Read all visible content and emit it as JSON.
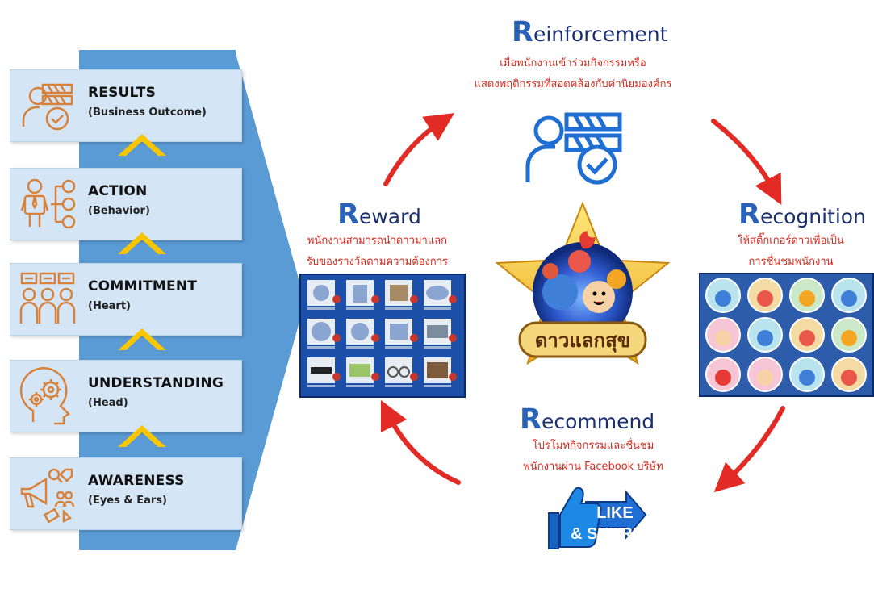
{
  "levels": [
    {
      "title": "RESULTS",
      "subtitle": "(Business Outcome)",
      "icon": "person-checkmark-icon"
    },
    {
      "title": "ACTION",
      "subtitle": "(Behavior)",
      "icon": "person-actions-icon"
    },
    {
      "title": "COMMITMENT",
      "subtitle": "(Heart)",
      "icon": "group-chat-icon"
    },
    {
      "title": "UNDERSTANDING",
      "subtitle": "(Head)",
      "icon": "head-gears-icon"
    },
    {
      "title": "AWARENESS",
      "subtitle": "(Eyes & Ears)",
      "icon": "megaphone-icon"
    }
  ],
  "cycle": {
    "reinforcement": {
      "initial": "R",
      "rest": "einforcement",
      "desc_line1": "เมื่อพนักงานเข้าร่วมกิจกรรมหรือ",
      "desc_line2": "แสดงพฤติกรรมที่สอดคล้องกับค่านิยมองค์กร",
      "icon": "person-checkmark-icon"
    },
    "reward": {
      "initial": "R",
      "rest": "eward",
      "desc_line1": "พนักงานสามารถนำดาวมาแลก",
      "desc_line2": "รับของรางวัลตามความต้องการ"
    },
    "recognition": {
      "initial": "R",
      "rest": "ecognition",
      "desc_line1": "ให้สติ๊กเกอร์ดาวเพื่อเป็น",
      "desc_line2": "การชื่นชมพนักงาน"
    },
    "recommend": {
      "initial": "R",
      "rest": "ecommend",
      "desc_line1": "โปรโมทกิจกรรมและชื่นชม",
      "desc_line2": "พนักงานผ่าน Facebook บริษัท"
    }
  },
  "center_logo": {
    "text": "ดาวแลกสุข"
  },
  "like_share": {
    "line1": "LIKE",
    "line2": "& SHARE",
    "icon": "thumbs-up-icon"
  },
  "colors": {
    "accent_blue": "#1f6ed4",
    "title_blue": "#2a62b8",
    "desc_red": "#d62b1f",
    "icon_orange": "#d8813a",
    "chevron_yellow": "#f7c600",
    "box_fill": "#d4e6f6",
    "arrow_red": "#e32b25"
  }
}
